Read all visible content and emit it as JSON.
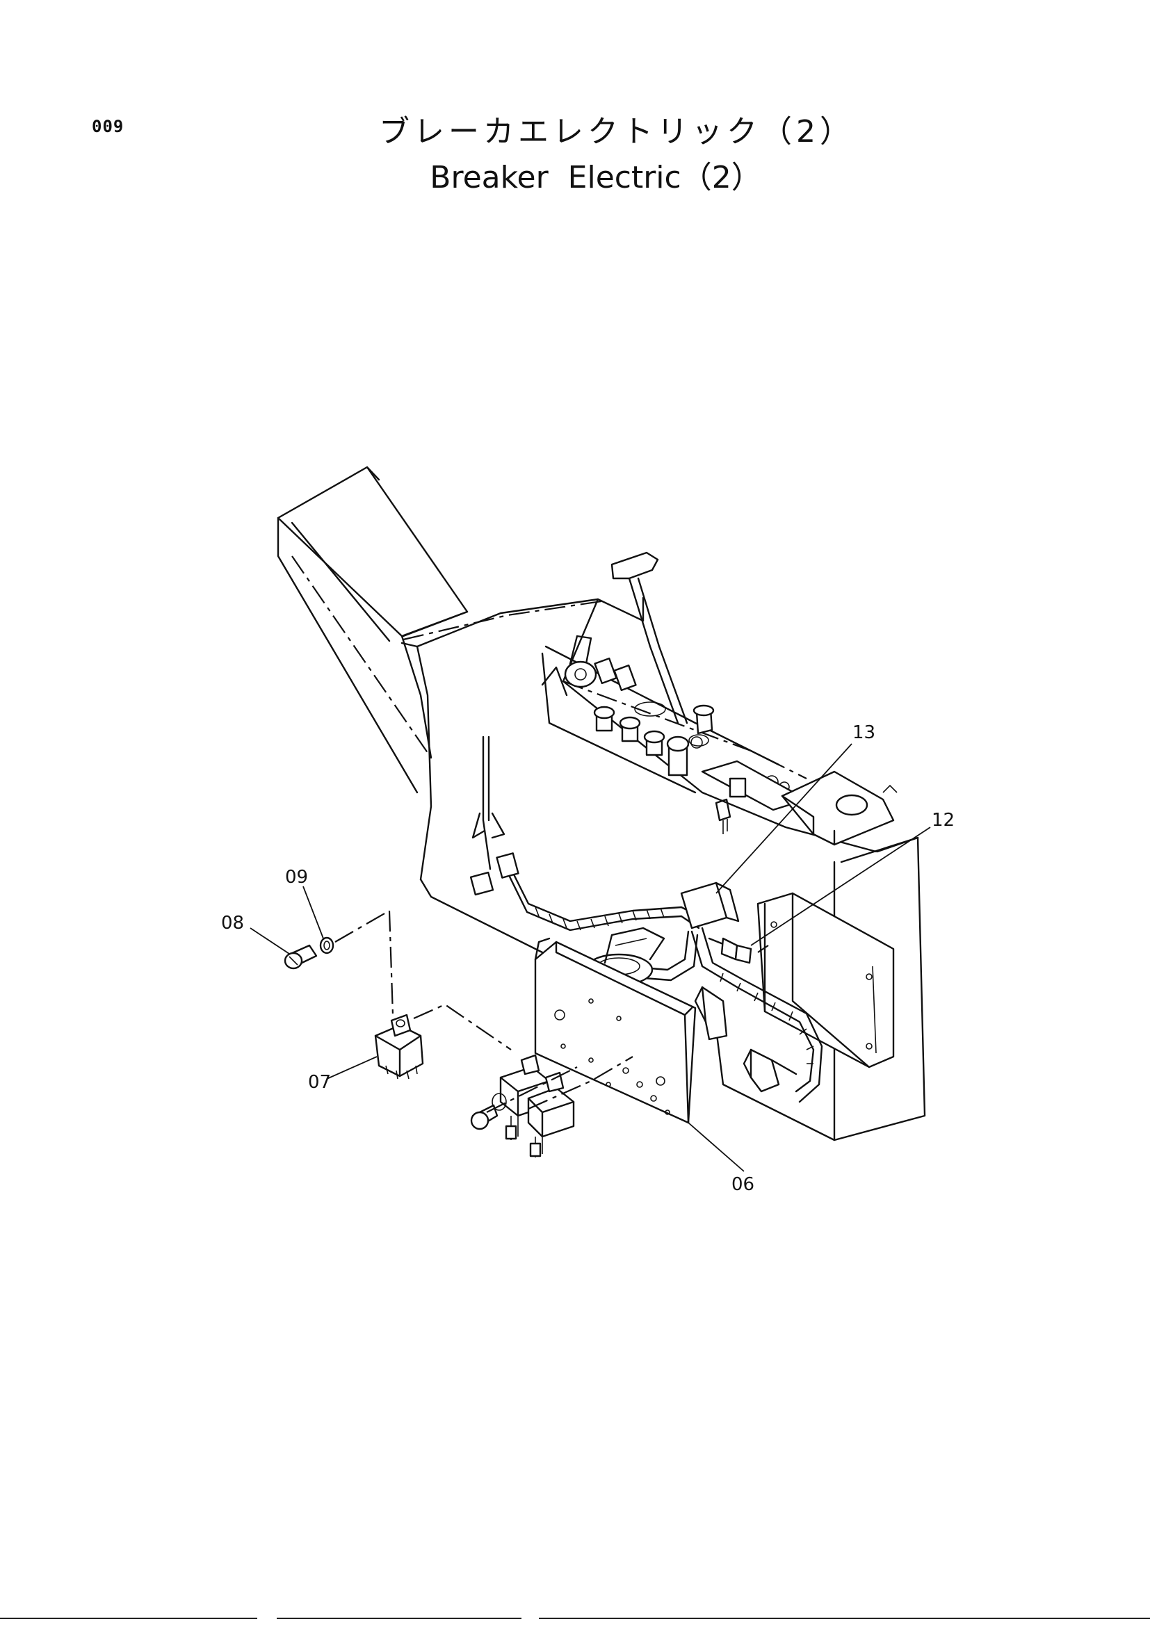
{
  "page": {
    "number": "009",
    "title_jp": "ブレーカエレクトリック（2）",
    "title_en": "Breaker  Electric（2）"
  },
  "callouts": {
    "c06": "06",
    "c07": "07",
    "c08": "08",
    "c09": "09",
    "c12": "12",
    "c13": "13"
  }
}
